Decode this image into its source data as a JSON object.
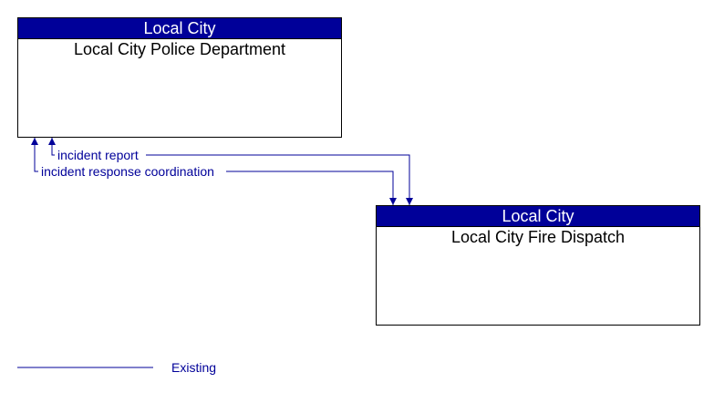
{
  "nodes": {
    "police": {
      "header": "Local City",
      "title": "Local City Police Department"
    },
    "fire": {
      "header": "Local City",
      "title": "Local City Fire Dispatch"
    }
  },
  "flows": [
    {
      "label": "incident report",
      "from": "Local City Fire Dispatch",
      "to": "Local City Police Department",
      "status": "Existing"
    },
    {
      "label": "incident response coordination",
      "from": "Local City Fire Dispatch",
      "to": "Local City Police Department",
      "status": "Existing"
    }
  ],
  "legend": {
    "existing_label": "Existing"
  },
  "colors": {
    "header_fill": "#000099",
    "flow_line": "#000099",
    "node_border": "#000000"
  }
}
